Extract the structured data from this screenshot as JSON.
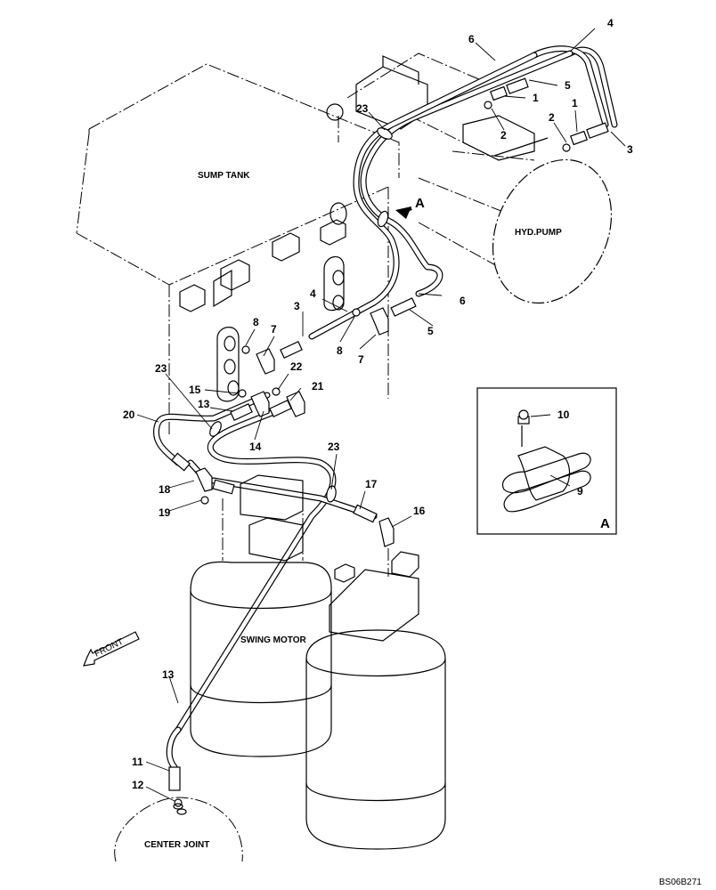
{
  "components": {
    "sump_tank": "SUMP TANK",
    "hyd_pump": "HYD.PUMP",
    "swing_motor": "SWING MOTOR",
    "center_joint": "CENTER JOINT",
    "front_arrow": "FRONT"
  },
  "view_marker": "A",
  "detail": {
    "letter": "A",
    "callouts": [
      "10",
      "9"
    ]
  },
  "callouts": [
    "1",
    "1",
    "2",
    "2",
    "3",
    "3",
    "4",
    "4",
    "5",
    "5",
    "6",
    "6",
    "7",
    "7",
    "8",
    "8",
    "11",
    "12",
    "13",
    "13",
    "14",
    "15",
    "16",
    "17",
    "18",
    "19",
    "20",
    "21",
    "22",
    "23",
    "23",
    "23"
  ],
  "drawing_code": "BS06B271"
}
